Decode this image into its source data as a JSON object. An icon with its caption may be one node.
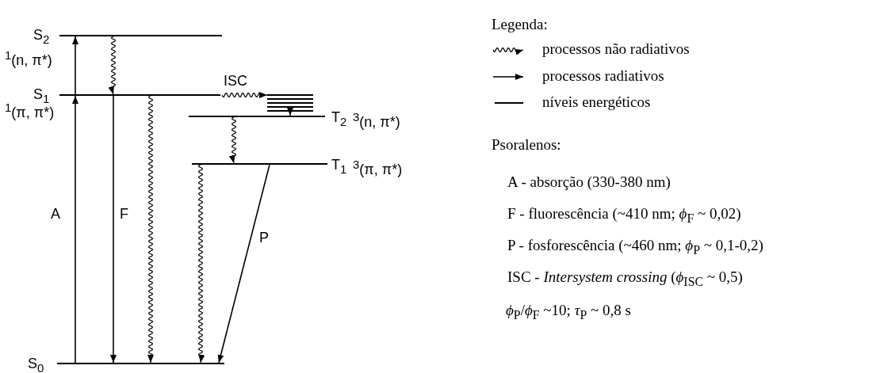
{
  "diagram": {
    "nodes": [
      {
        "text": [
          "S$_{2}$",
          "$^{1}$(n, π*)"
        ]
      },
      {
        "text": [
          "S$_{1}$",
          "$^{1}$(π, π*)"
        ]
      },
      {
        "text": [],
        "shape": "bar"
      },
      {
        "text": [
          "T$_{2}$",
          "$^{3}$(n, π*)"
        ]
      },
      {
        "text": [
          "T$_{1}$",
          "$^{3}$(π, π*)"
        ]
      },
      {
        "text": [
          "S$_{0}$"
        ]
      }
    ],
    "edges": [
      {
        "from": 5,
        "to": 1,
        "arrow": "to",
        "label": "A"
      },
      {
        "from": 1,
        "to": 0,
        "arrow": "to"
      },
      {
        "from": 0,
        "to": 1,
        "arrow": "to"
      },
      {
        "from": 1,
        "to": 5,
        "arrow": "to",
        "label": "F"
      },
      {
        "from": 1,
        "to": 5,
        "arrow": "to"
      },
      {
        "from": 1,
        "to": 2,
        "arrow": "to",
        "label": "ISC"
      },
      {
        "from": 2,
        "to": 3,
        "arrow": "to"
      },
      {
        "from": 3,
        "to": 4,
        "arrow": "to"
      },
      {
        "from": 4,
        "to": 5,
        "arrow": "to"
      },
      {
        "from": 4,
        "to": 5,
        "arrow": "to",
        "label": "P"
      }
    ],
    "labels": [
      "Legenda:",
      "Psoralenos:",
      "A - absorção (330-380 nm)",
      "F - fluorescência (~410 nm; *ϕ*$_{F}$ ~ 0,02)",
      "P - fosforescência (~460 nm; *ϕ*$_{P}$ ~ 0,1-0,2)",
      "ISC - *Intersystem crossing* (*ϕ*$_{ISC}$ ~ 0,5)",
      "*ϕ*$_{P}$/*ϕ*$_{F}$ ~10; *τ*$_{P}$ ~ 0,8 s"
    ],
    "legend": [
      {
        "text": "processos não radiativos"
      },
      {
        "text": "processos radiativos"
      },
      {
        "text": "níveis energéticos"
      }
    ]
  }
}
